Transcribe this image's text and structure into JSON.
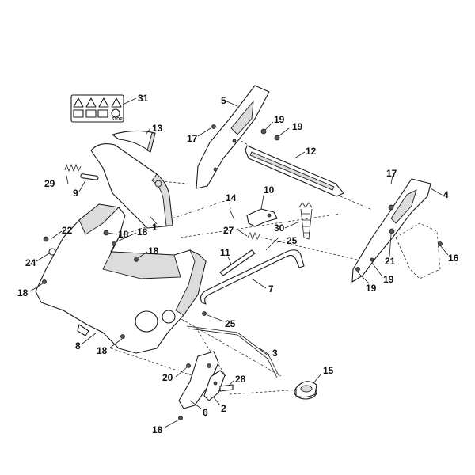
{
  "diagram": {
    "callouts": [
      "1",
      "2",
      "3",
      "4",
      "5",
      "6",
      "7",
      "8",
      "9",
      "10",
      "11",
      "12",
      "13",
      "14",
      "15",
      "16",
      "17",
      "17",
      "18",
      "18",
      "18",
      "18",
      "18",
      "18",
      "19",
      "19",
      "19",
      "19",
      "20",
      "21",
      "22",
      "24",
      "25",
      "25",
      "27",
      "28",
      "29",
      "30",
      "31"
    ],
    "decal_stop_text": "STOP"
  }
}
